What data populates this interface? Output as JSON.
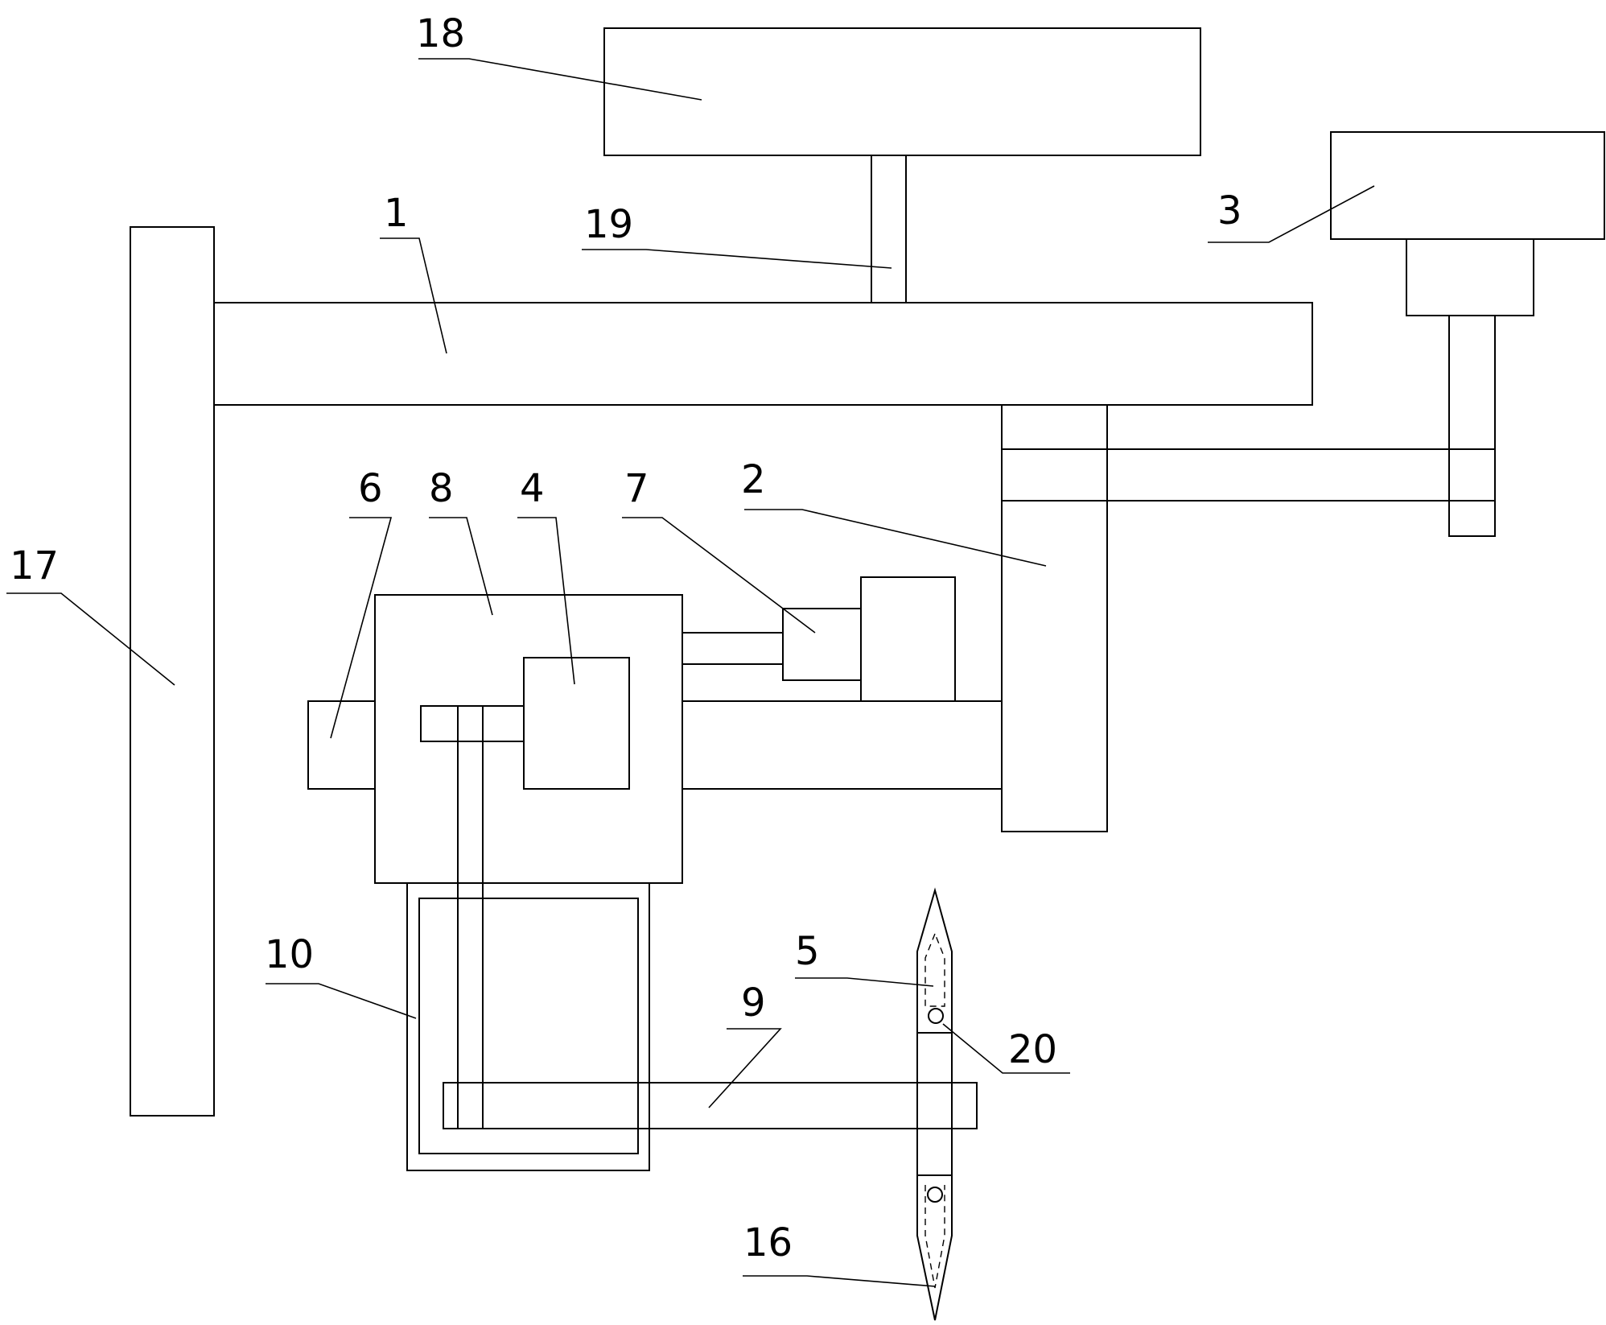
{
  "labels": {
    "l1": "1",
    "l2": "2",
    "l3": "3",
    "l4": "4",
    "l5": "5",
    "l6": "6",
    "l7": "7",
    "l8": "8",
    "l9": "9",
    "l10": "10",
    "l16": "16",
    "l17": "17",
    "l18": "18",
    "l19": "19",
    "l20": "20"
  }
}
